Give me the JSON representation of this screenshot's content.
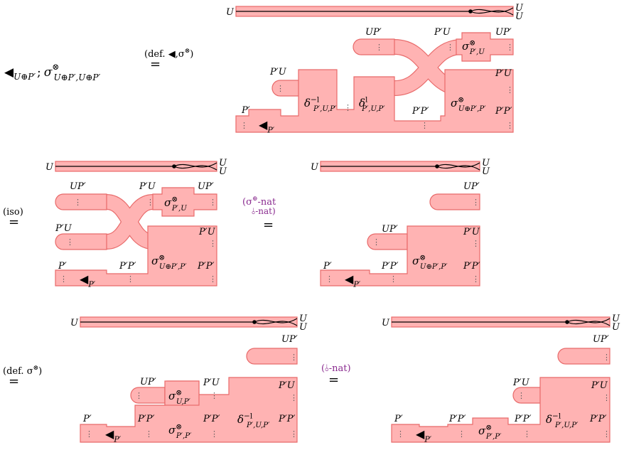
{
  "equation_lhs": {
    "text": "◀U⊕P′ ; σ⊗U⊕P′,U⊕P′",
    "parts": {
      "tri": "◀",
      "sub1": "U⊕P′",
      "semi": ";",
      "sigma": "σ",
      "sup": "⊗",
      "sub2": "U⊕P′,U⊕P′"
    }
  },
  "steps": [
    {
      "label": "(def. ◀,σ⊗)",
      "label_parts": {
        "a": "(def. ",
        "b": "◀",
        "c": ",σ",
        "d": "⊗",
        "e": ")"
      },
      "eq": "="
    },
    {
      "label": "(iso)",
      "eq": "="
    },
    {
      "label": "(σ⊕-nat ⫰-nat)",
      "label_parts": {
        "a": "(σ",
        "b": "⊕",
        "c": "-nat",
        "d": "⫰-nat)"
      },
      "eq": "="
    },
    {
      "label": "(def. σ⊗)",
      "label_parts": {
        "a": "(def. σ",
        "b": "⊗",
        "c": ")"
      },
      "eq": "="
    },
    {
      "label": "(⫰-nat)",
      "label_parts": {
        "a": "(⫰-nat)"
      },
      "eq": "="
    }
  ],
  "wires": {
    "U": "U",
    "UP": "UP′",
    "PU": "P′U",
    "P": "P′",
    "PP": "P′P′"
  },
  "boxes": {
    "sigma_PU": {
      "main": "σ",
      "sup": "⊗",
      "sub": "P′,U"
    },
    "sigma_UPP": {
      "main": "σ",
      "sup": "⊗",
      "sub": "U⊕P′,P′"
    },
    "sigma_UP": {
      "main": "σ",
      "sup": "⊗",
      "sub": "U,P′"
    },
    "sigma_PP": {
      "main": "σ",
      "sup": "⊗",
      "sub": "P′,P′"
    },
    "delta_l": {
      "main": "δ",
      "sup": "l",
      "sub": "P′,U,P′"
    },
    "delta_inv": {
      "main": "δ",
      "sup": "−l",
      "sub": "P′,U,P′"
    },
    "tri": {
      "main": "◀",
      "sub": "P′"
    }
  },
  "dots": "⋮",
  "colors": {
    "fill": "#ffb3b3",
    "stroke": "#e86a6a",
    "label": "#8a2b8f"
  }
}
